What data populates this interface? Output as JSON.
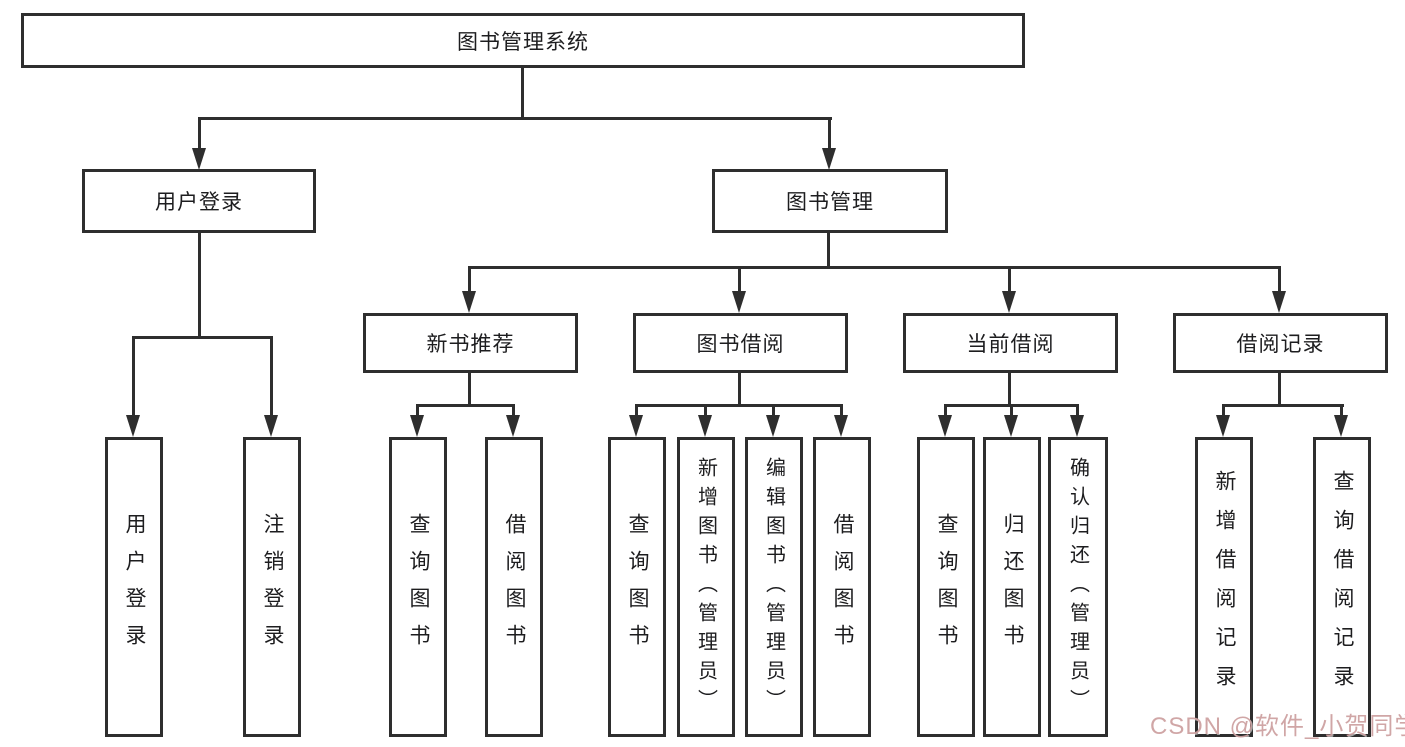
{
  "diagram": {
    "type": "hierarchy-tree",
    "colors": {
      "line": "#2e2e2e",
      "box_border": "#2e2e2e",
      "box_fill": "#ffffff",
      "text": "#1d1d1f",
      "watermark": "#cc9e9e",
      "background": "#ffffff"
    },
    "nodes": {
      "root": {
        "label": "图书管理系统"
      },
      "user_login": {
        "label": "用户登录"
      },
      "book_mgmt": {
        "label": "图书管理"
      },
      "new_book_rec": {
        "label": "新书推荐"
      },
      "book_borrow": {
        "label": "图书借阅"
      },
      "current_borrow": {
        "label": "当前借阅"
      },
      "borrow_record": {
        "label": "借阅记录"
      }
    },
    "leaves": {
      "user_login": {
        "label": "用户登录",
        "parent": "用户登录"
      },
      "logout": {
        "label": "注销登录",
        "parent": "用户登录"
      },
      "query_book_a": {
        "label": "查询图书",
        "parent": "新书推荐"
      },
      "borrow_book_a": {
        "label": "借阅图书",
        "parent": "新书推荐"
      },
      "query_book_b": {
        "label": "查询图书",
        "parent": "图书借阅"
      },
      "add_book": {
        "label": "新增图书（管理员）",
        "parent": "图书借阅"
      },
      "edit_book": {
        "label": "编辑图书（管理员）",
        "parent": "图书借阅"
      },
      "borrow_book_b": {
        "label": "借阅图书",
        "parent": "图书借阅"
      },
      "query_book_c": {
        "label": "查询图书",
        "parent": "当前借阅"
      },
      "return_book": {
        "label": "归还图书",
        "parent": "当前借阅"
      },
      "confirm_return": {
        "label": "确认归还（管理员）",
        "parent": "当前借阅"
      },
      "add_record": {
        "label": "新增借阅记录",
        "parent": "借阅记录"
      },
      "query_record": {
        "label": "查询借阅记录",
        "parent": "借阅记录"
      }
    },
    "watermark": "CSDN @软件_小贺同学"
  }
}
